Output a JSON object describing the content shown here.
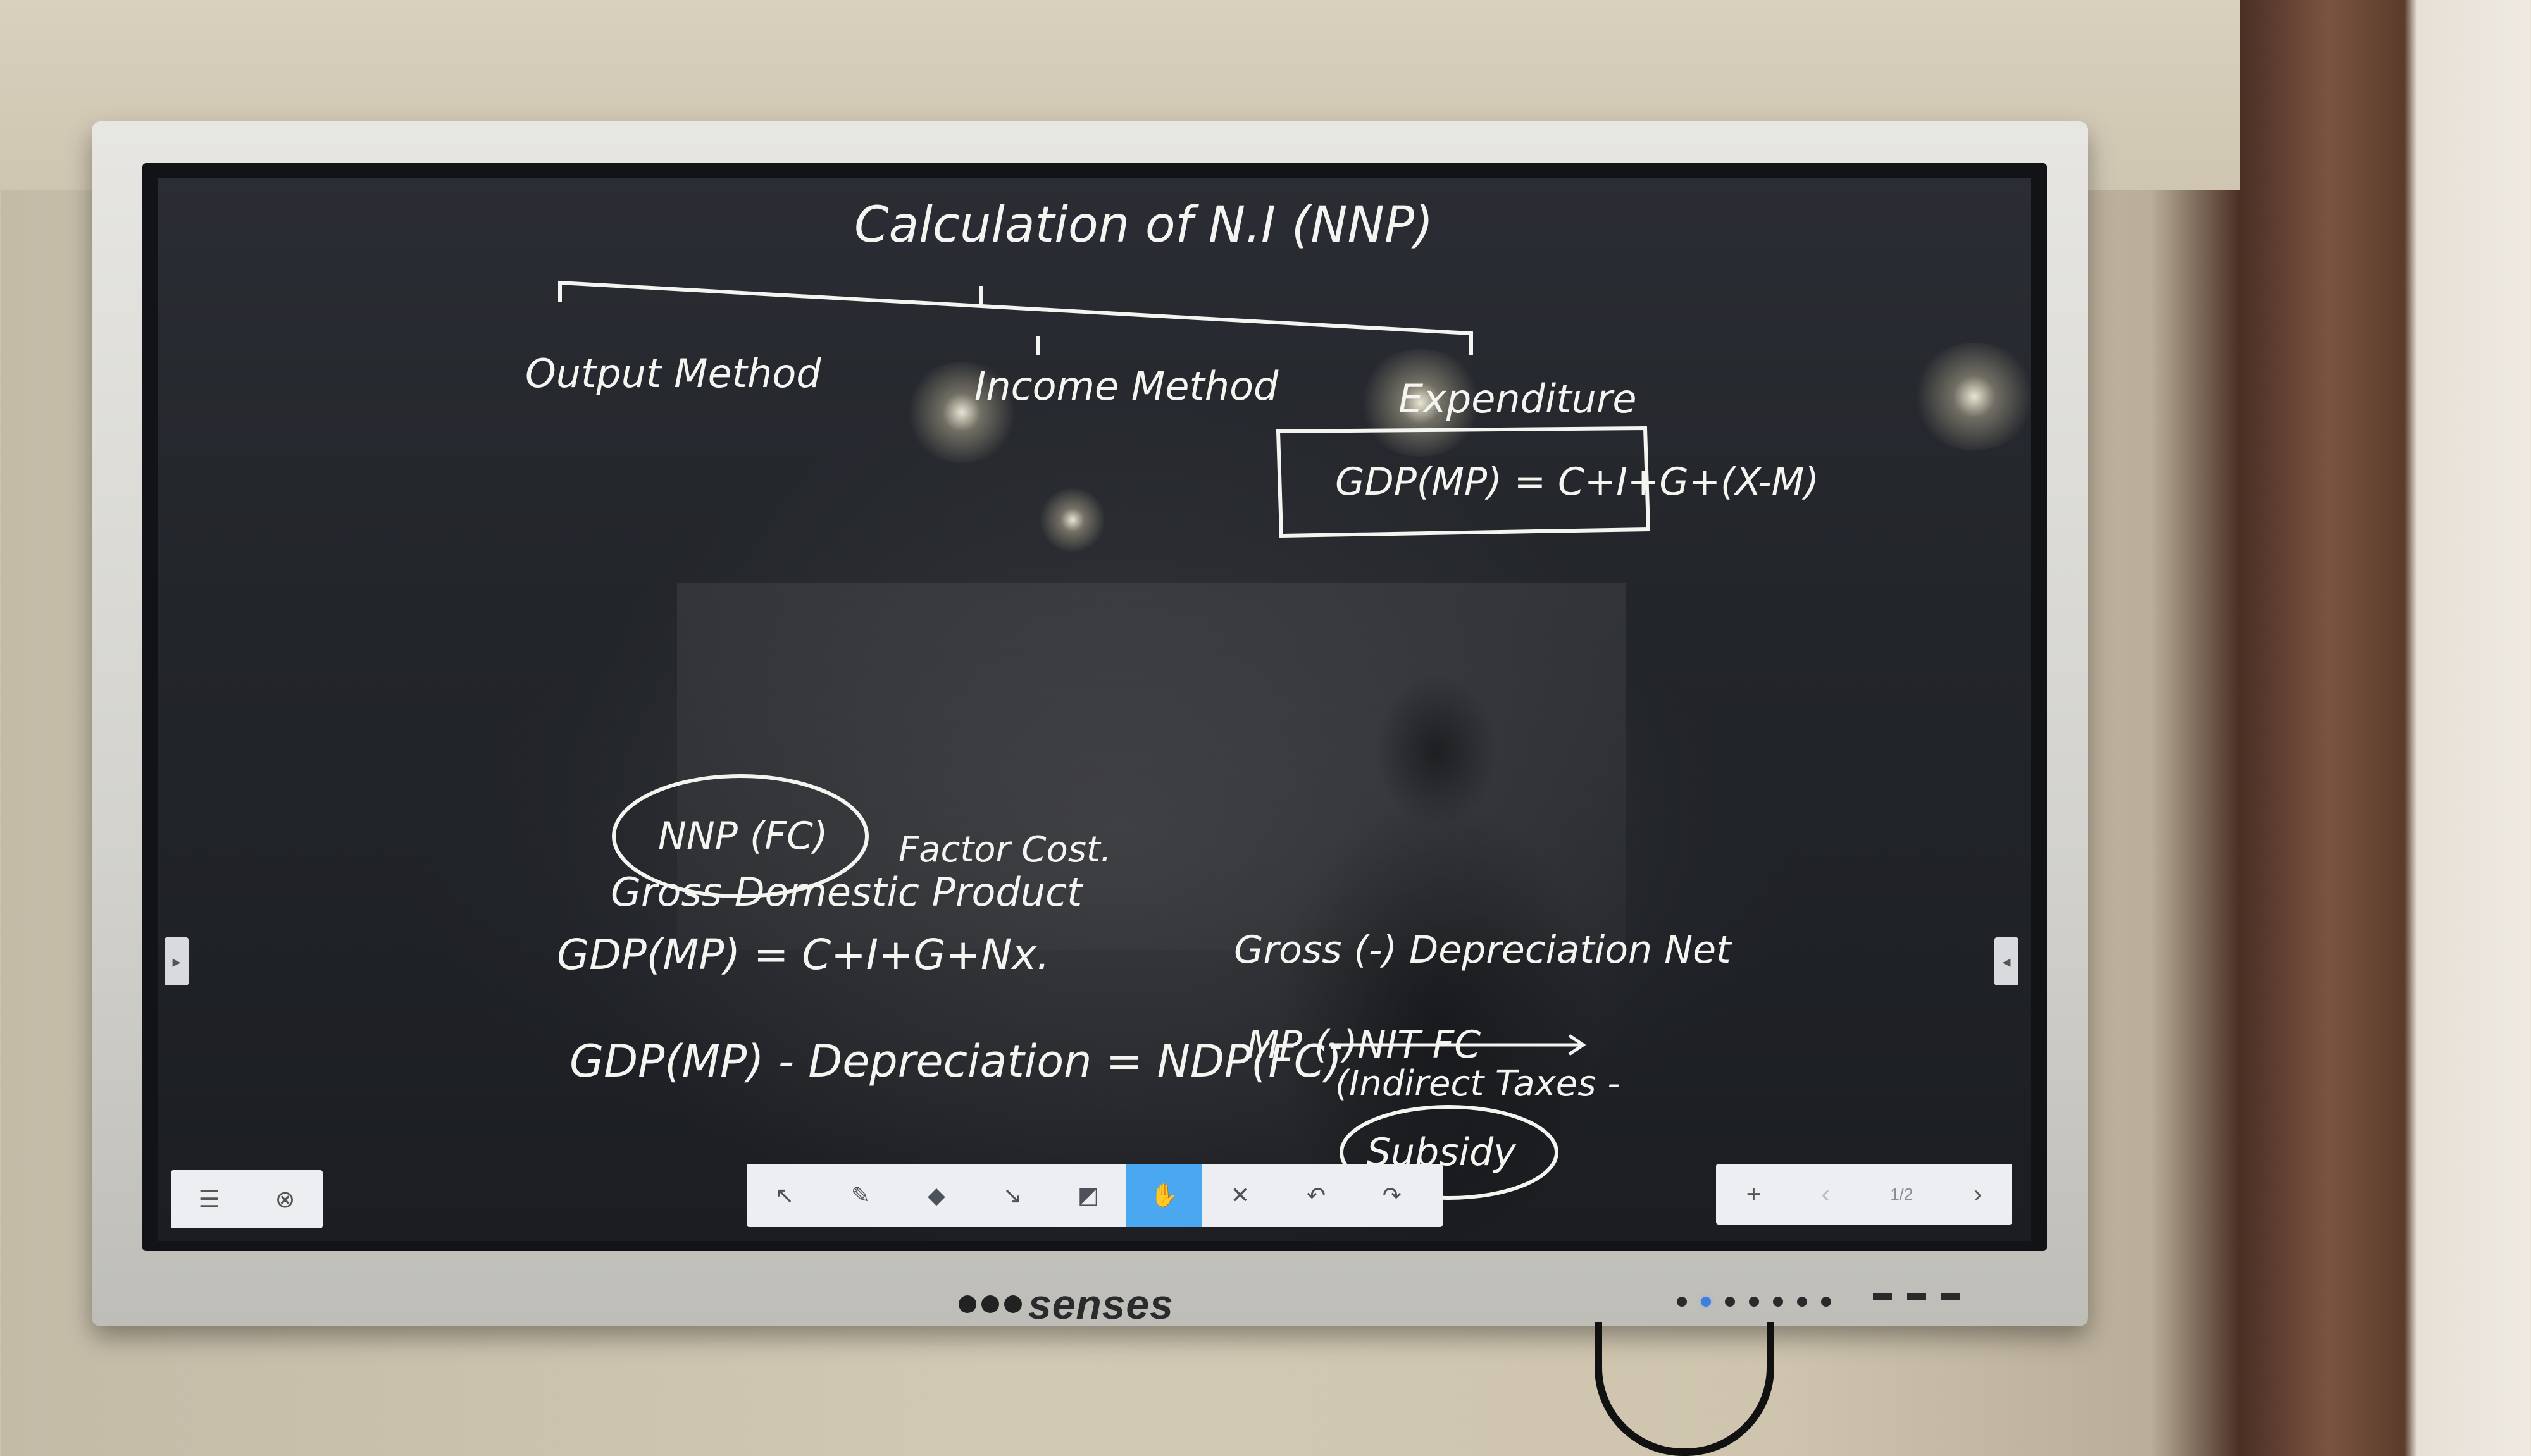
{
  "board": {
    "title": "Calculation of N.I (NNP)",
    "branches": [
      "Output Method",
      "Income Method",
      "Expenditure"
    ],
    "boxed_formula": "GDP(MP) = C+I+G+(X-M)",
    "nnp_circle": "NNP (FC)",
    "factor_cost": "Factor Cost.",
    "gdp_full": "Gross Domestic Product",
    "gdp_formula": "GDP(MP) = C+I+G+Nx.",
    "ndp_formula": "GDP(MP) - Depreciation = NDP(FC)",
    "gross_net": "Gross (-) Depreciation Net",
    "mp_fc": "MP (-)NIT FC",
    "indirect_taxes": "(Indirect Taxes -",
    "subsidy": "Subsidy"
  },
  "left_panel": {
    "menu_icon": "menu-icon",
    "close_icon": "close-icon",
    "menu_glyph": "☰",
    "close_glyph": "⊗"
  },
  "toolbar": {
    "tools": [
      {
        "name": "select-tool-icon",
        "glyph": "↖"
      },
      {
        "name": "pen-tool-icon",
        "glyph": "✎"
      },
      {
        "name": "eraser-tool-icon",
        "glyph": "◆"
      },
      {
        "name": "pointer-tool-icon",
        "glyph": "↘"
      },
      {
        "name": "shape-tool-icon",
        "glyph": "◩"
      },
      {
        "name": "hand-tool-icon",
        "glyph": "✋"
      },
      {
        "name": "clear-tool-icon",
        "glyph": "✕"
      },
      {
        "name": "undo-tool-icon",
        "glyph": "↶"
      },
      {
        "name": "redo-tool-icon",
        "glyph": "↷"
      }
    ],
    "active_index": 5
  },
  "right_panel": {
    "add_glyph": "+",
    "prev_glyph": "‹",
    "next_glyph": "›",
    "page_indicator": "1/2"
  },
  "side_tabs": {
    "left_glyph": "▸",
    "right_glyph": "◂"
  },
  "brand": {
    "name": "senses"
  },
  "colors": {
    "ink": "#f4f4f0",
    "toolbar_active": "#4aa8f0",
    "screen": "#23262b"
  }
}
